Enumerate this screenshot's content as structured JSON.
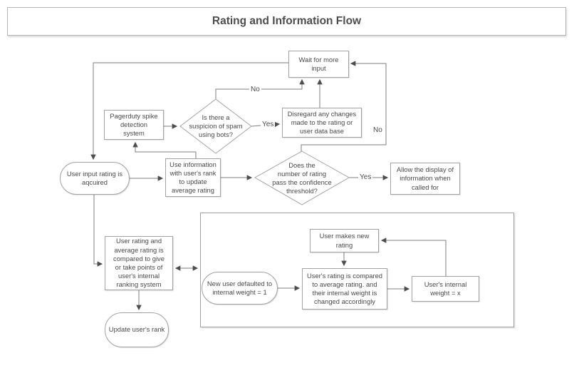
{
  "title": "Rating and Information Flow",
  "colors": {
    "background": "#ffffff",
    "shape_border": "#a3a3a3",
    "connector": "#7f7f7f",
    "arrowhead": "#4d4d4d",
    "text": "#4a4a4a"
  },
  "nodes": {
    "wait": {
      "shape": "rect",
      "label": "Wait for more\ninput"
    },
    "pagerduty": {
      "shape": "rect",
      "label": "Pagerduty spike\ndetection\nsystem"
    },
    "spam_check": {
      "shape": "diamond",
      "label": "Is there a\nsuspicion of spam\nusing bots?"
    },
    "disregard": {
      "shape": "rect",
      "label": "Disregard any changes\nmade to the rating or\nuser data base"
    },
    "input_acquired": {
      "shape": "stadium",
      "label": "User input rating  is\naqcuired"
    },
    "use_info": {
      "shape": "rect",
      "label": "Use information\nwith user's rank\nto update\naverage rating"
    },
    "confidence_check": {
      "shape": "diamond",
      "label": "Does the\nnumber of rating\npass the confidence\nthreshold?"
    },
    "allow_display": {
      "shape": "rect",
      "label": "Allow the display of\ninformation when\ncalled for"
    },
    "compare_ranking": {
      "shape": "rect",
      "label": "User rating and\naverage rating is\ncompared to give\nor take points of\nuser's internal\nranking system"
    },
    "update_rank": {
      "shape": "stadium",
      "label": "Update user's rank"
    },
    "new_user": {
      "shape": "stadium",
      "label": "New user defaulted to\ninternal weight = 1"
    },
    "makes_rating": {
      "shape": "rect",
      "label": "User makes new\nrating"
    },
    "rating_compared": {
      "shape": "rect",
      "label": "User's rating is compared\nto average rating. and\ntheir internal weight is\nchanged accordingly"
    },
    "internal_weight": {
      "shape": "rect",
      "label": "User's internal\nweight = x"
    }
  },
  "edge_labels": {
    "spam_no": "No",
    "spam_yes": "Yes",
    "confidence_no": "No",
    "confidence_yes": "Yes"
  }
}
